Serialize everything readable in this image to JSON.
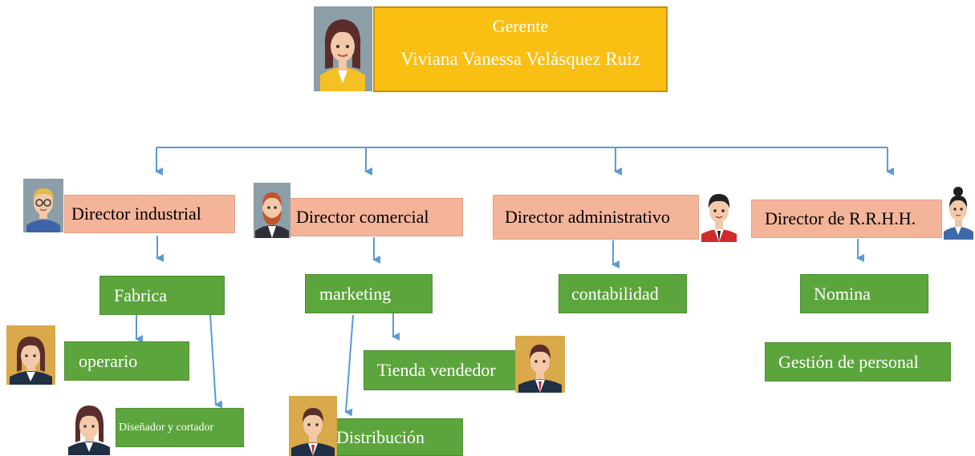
{
  "manager": {
    "role": "Gerente",
    "name": "Viviana Vanessa Velásquez Ruiz"
  },
  "directors": {
    "industrial": "Director industrial",
    "comercial": "Director comercial",
    "administrativo": "Director administrativo",
    "rrhh": "Director de R.R.H.H."
  },
  "units": {
    "fabrica": "Fabrica",
    "operario": "operario",
    "disenador": "Diseñador y cortador",
    "marketing": "marketing",
    "tienda": "Tienda vendedor",
    "distribucion": "Distribución",
    "contabilidad": "contabilidad",
    "nomina": "Nomina",
    "gestion": "Gestión de personal"
  },
  "colors": {
    "manager_box": "#f9bf12",
    "director_box": "#f4b49a",
    "unit_box": "#5ca53d",
    "connector": "#5b9bd5"
  },
  "icons": {
    "manager": "woman-avatar-icon",
    "industrial": "man-glasses-avatar-icon",
    "comercial": "bearded-man-avatar-icon",
    "administrativo": "man-red-suit-avatar-icon",
    "rrhh": "woman-bun-avatar-icon",
    "workers": "worker-avatar-icon"
  }
}
